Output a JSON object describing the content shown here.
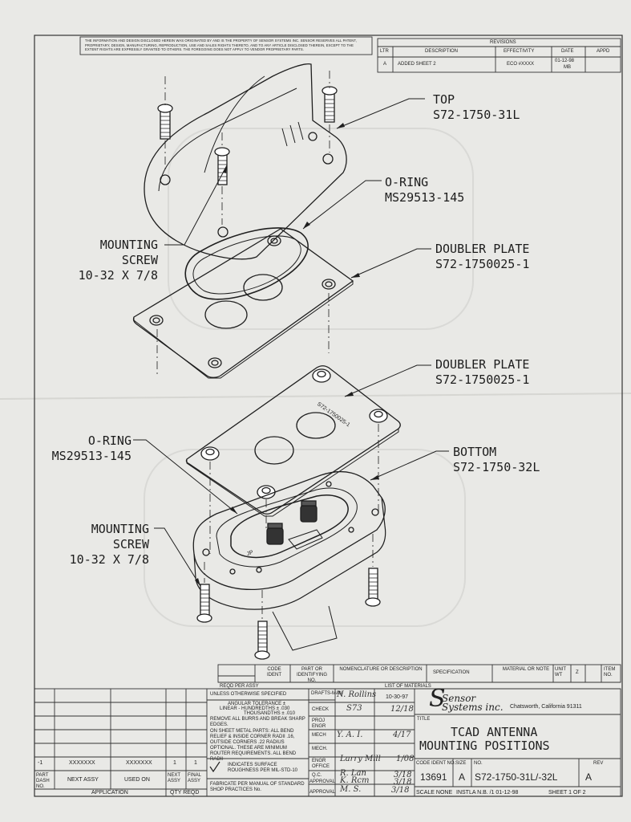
{
  "legal_notice": "THE INFORMATION AND DESIGN DISCLOSED HEREIN WAS ORIGINATED BY AND IS THE PROPERTY OF SENSOR SYSTEMS INC. SENSOR RESERVES ALL PATENT, PROPRIETARY, DESIGN, MANUFACTURING, REPRODUCTION, USE AND SALES RIGHTS THERETO, AND TO ANY ARTICLE DISCLOSED THEREIN, EXCEPT TO THE EXTENT RIGHTS ARE EXPRESSLY GRANTED TO OTHERS. THE FOREGOING DOES NOT APPLY TO VENDOR PROPRIETARY PARTS.",
  "revisions": {
    "title": "REVISIONS",
    "headers": [
      "LTR",
      "DESCRIPTION",
      "EFFECTIVITY",
      "DATE",
      "APPD"
    ],
    "rows": [
      {
        "ltr": "A",
        "description": "ADDED SHEET 2",
        "effectivity": "ECO #XXXX",
        "date": "01-12-98",
        "initials": "MB",
        "appd": ""
      }
    ]
  },
  "callouts": {
    "top": "TOP\nS72-1750-31L",
    "oring_top": "O-RING\nMS29513-145",
    "screw_top": "MOUNTING\nSCREW\n10-32 X 7/8",
    "doubler_top": "DOUBLER PLATE\nS72-1750025-1",
    "doubler_bottom": "DOUBLER PLATE\nS72-1750025-1",
    "oring_bottom": "O-RING\nMS29513-145",
    "bottom": "BOTTOM\nS72-1750-32L",
    "screw_bottom": "MOUNTING\nSCREW\n10-32 X 7/8",
    "plate_marking": "S72-1750025-1",
    "housing_marking": "JP"
  },
  "materials_list": {
    "headers": [
      "CODE IDENT",
      "PART OR IDENTIFYING NO.",
      "NOMENCLATURE OR DESCRIPTION",
      "SPECIFICATION",
      "MATERIAL OR NOTE",
      "UNIT WT",
      "Z",
      "ITEM NO."
    ],
    "reqd_label": "REQD PER ASSY",
    "title": "LIST OF MATERIALS"
  },
  "tolerances": {
    "header": "UNLESS OTHERWISE SPECIFIED",
    "angular": "ANGULAR TOLERANCE ±",
    "linear": "LINEAR - HUNDREDTHS ± .030",
    "thousandths": "THOUSANDTHS ± .010",
    "burrs": "REMOVE ALL BURRS AND BREAK SHARP EDGES.",
    "sheet_metal": "ON SHEET METAL PARTS: ALL BEND RELIEF & INSIDE CORNER RADII .16, OUTSIDE CORNERS .22 RADIUS OPTIONAL. THESE ARE MINIMUM ROUTER REQUIREMENTS. ALL BEND RADII",
    "surface": "INDICATES SURFACE ROUGHNESS PER MIL-STD-10",
    "fabricate": "FABRICATE PER MANUAL OF STANDARD SHOP PRACTICES No."
  },
  "signoffs": [
    {
      "label": "DRAFTS-MAN",
      "sign": "N. Rollins",
      "date": "10-30-97"
    },
    {
      "label": "CHECK",
      "sign": "S73",
      "date": "12/18"
    },
    {
      "label": "PROJ ENGR",
      "sign": "",
      "date": ""
    },
    {
      "label": "MECH",
      "sign": "Y. A. I.",
      "date": "4/17"
    },
    {
      "label": "MECH.",
      "sign": "",
      "date": ""
    },
    {
      "label": "ENGR OFFICE",
      "sign": "Larry Mill",
      "date": "1/08"
    },
    {
      "label": "Q.C.",
      "sign": "R. Lan",
      "date": "3/18"
    },
    {
      "label": "APPROVAL",
      "sign": "K. Rcm",
      "date": "3/18"
    },
    {
      "label": "APPROVAL",
      "sign": "M. S.",
      "date": "3/18"
    }
  ],
  "company": {
    "name_line1": "Sensor",
    "name_line2": "Systems inc.",
    "location": "Chatsworth, California 91311"
  },
  "title_block": {
    "title_label": "TITLE",
    "title_line1": "TCAD ANTENNA",
    "title_line2": "MOUNTING POSITIONS",
    "code_ident_label": "CODE IDENT NO.",
    "code_ident": "13691",
    "size_label": "SIZE",
    "size": "A",
    "no_label": "NO.",
    "drawing_no": "S72-1750-31L/-32L",
    "rev_label": "REV",
    "rev": "A",
    "scale": "SCALE NONE",
    "instla": "INSTLA N.B. /1 01-12-98",
    "sheet": "SHEET 1 OF 2"
  },
  "application": {
    "rows": [
      {
        "dash": "-1",
        "next_assy": "XXXXXXX",
        "used_on": "XXXXXXX",
        "next_qty": "1",
        "final_qty": "1"
      }
    ],
    "headers": [
      "PART DASH NO.",
      "NEXT ASSY",
      "USED ON",
      "NEXT ASSY",
      "FINAL ASSY"
    ],
    "footer_label": "APPLICATION",
    "qty_label": "QTY REQD"
  },
  "colors": {
    "paper": "#e9e9e6",
    "ink": "#1c1c1c",
    "background": "#cfcfcc"
  }
}
